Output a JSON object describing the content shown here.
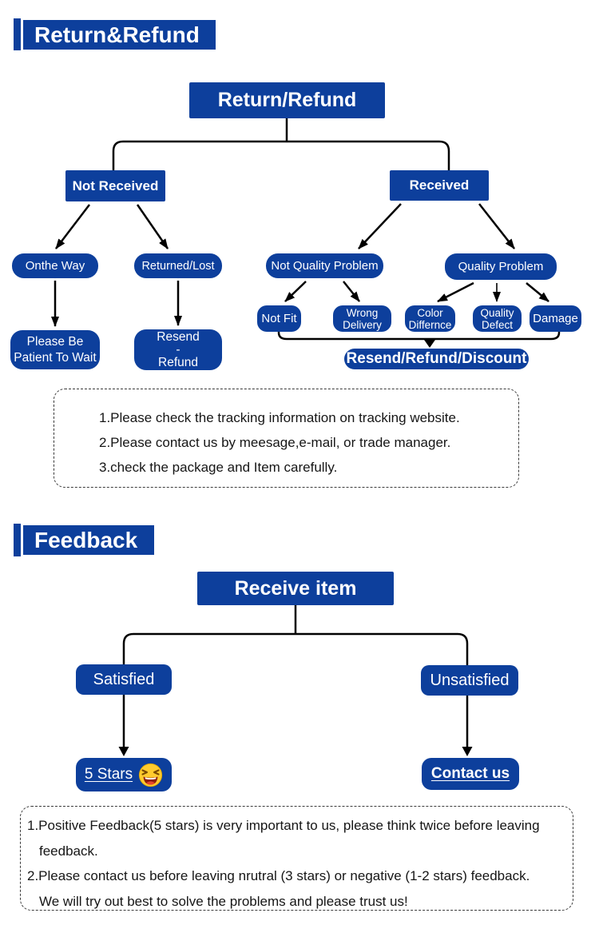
{
  "colors": {
    "node_blue": "#0d3f9c",
    "line_black": "#000000",
    "emoji_yellow": "#ffcb2e"
  },
  "icons": {
    "five_stars_emoji": "laughing-face"
  },
  "s1": {
    "title": "Return&Refund",
    "root": "Return/Refund",
    "not_received": "Not Received",
    "received": "Received",
    "onthe_way": "Onthe Way",
    "returned_lost": "Returned/Lost",
    "patient": "Please Be\nPatient To Wait",
    "resend_refund": "Resend\n-\nRefund",
    "not_quality_problem": "Not Quality Problem",
    "quality_problem": "Quality Problem",
    "not_fit": "Not Fit",
    "wrong_delivery": "Wrong\nDelivery",
    "color_differnce": "Color\nDiffernce",
    "quality_defect": "Quality\nDefect",
    "damage": "Damage",
    "outcome": "Resend/Refund/Discount",
    "notes": [
      "1.Please check the tracking information on tracking website.",
      "2.Please contact us by meesage,e-mail, or trade manager.",
      "3.check the package and Item carefully."
    ]
  },
  "s2": {
    "title": "Feedback",
    "root": "Receive item",
    "satisfied": "Satisfied",
    "unsatisfied": "Unsatisfied",
    "five_stars": "5 Stars",
    "contact_us": "Contact us",
    "notes": [
      "1.Positive Feedback(5 stars) is very important to us, please think twice before leaving",
      "feedback.",
      "2.Please contact us before leaving nrutral (3 stars) or  negative (1-2 stars) feedback.",
      "We will try out best to solve the problems and please trust us!"
    ]
  }
}
